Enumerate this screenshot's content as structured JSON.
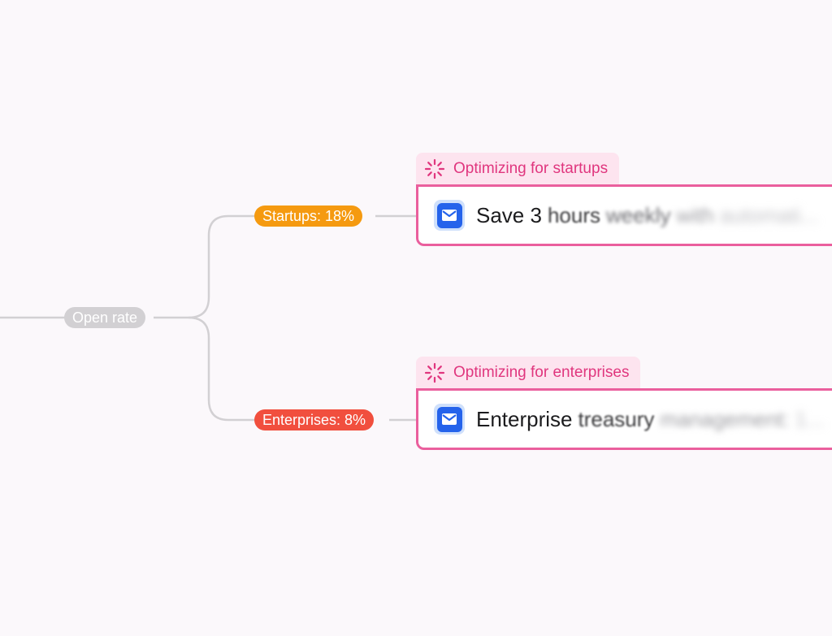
{
  "root": {
    "label": "Open rate",
    "color": "#d2d0d3"
  },
  "branches": [
    {
      "id": "startups",
      "label": "Startups: 18%",
      "color": "#f59a10",
      "status": "Optimizing for startups",
      "subject": {
        "clear": "Save 3",
        "fade1": "hours",
        "fade2": "weekly",
        "fade3": "with",
        "fade4": "automati..."
      }
    },
    {
      "id": "enterprises",
      "label": "Enterprises: 8%",
      "color": "#f14f3e",
      "status": "Optimizing for enterprises",
      "subject": {
        "clear": "Enterprise",
        "fade1": "treasury",
        "fade2": "",
        "fade3": "management:",
        "fade4": "1..."
      }
    }
  ],
  "colors": {
    "accent": "#ea5f9d",
    "status_text": "#e0367e",
    "status_bg": "#fde4ef",
    "mail_icon": "#2563eb",
    "connector": "#d2d0d3",
    "background": "#fbf8fb"
  },
  "icons": {
    "status": "loading-spinner-icon",
    "card": "mail-icon"
  }
}
